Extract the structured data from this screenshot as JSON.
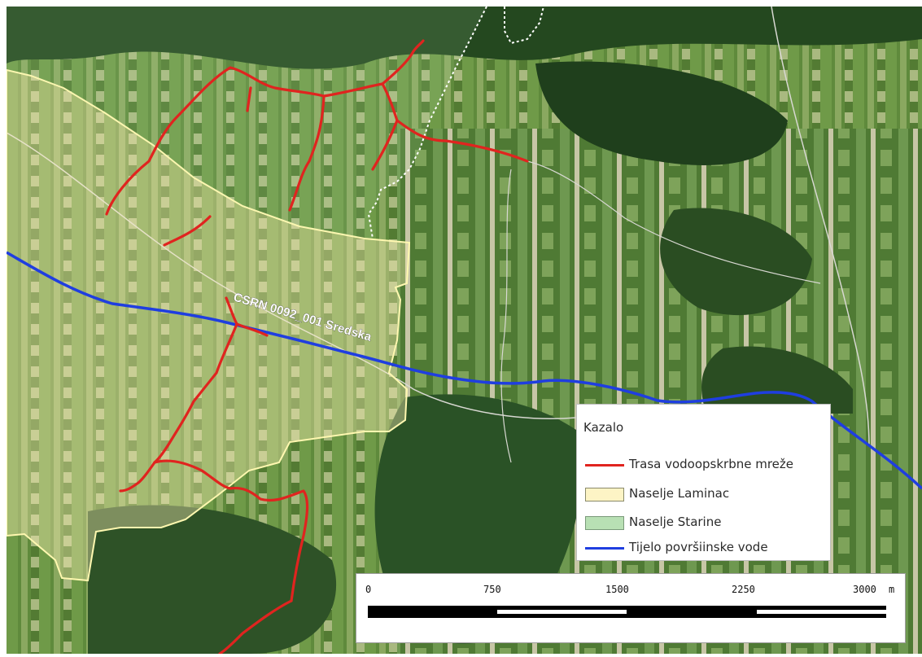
{
  "map": {
    "label_water_body": "CSRN 0092_001 Sredska"
  },
  "legend": {
    "title": "Kazalo",
    "items": [
      {
        "label": "Trasa vodoopskrbne mreže",
        "kind": "line",
        "color": "#e0241f"
      },
      {
        "label": "Naselje Laminac",
        "kind": "fill",
        "color": "#fdf4c5"
      },
      {
        "label": "Naselje Starine",
        "kind": "fill",
        "color": "#b8e0b4"
      },
      {
        "label": "Tijelo površiinske vode",
        "kind": "line",
        "color": "#1f3ee0"
      }
    ]
  },
  "scalebar": {
    "ticks": [
      "0",
      "750",
      "1500",
      "2250",
      "3000"
    ],
    "unit": "m"
  },
  "colors": {
    "pipeline": "#e0241f",
    "water": "#1f3ee0",
    "laminac_border": "#fff8b0",
    "starine_border": "#ffffff"
  }
}
